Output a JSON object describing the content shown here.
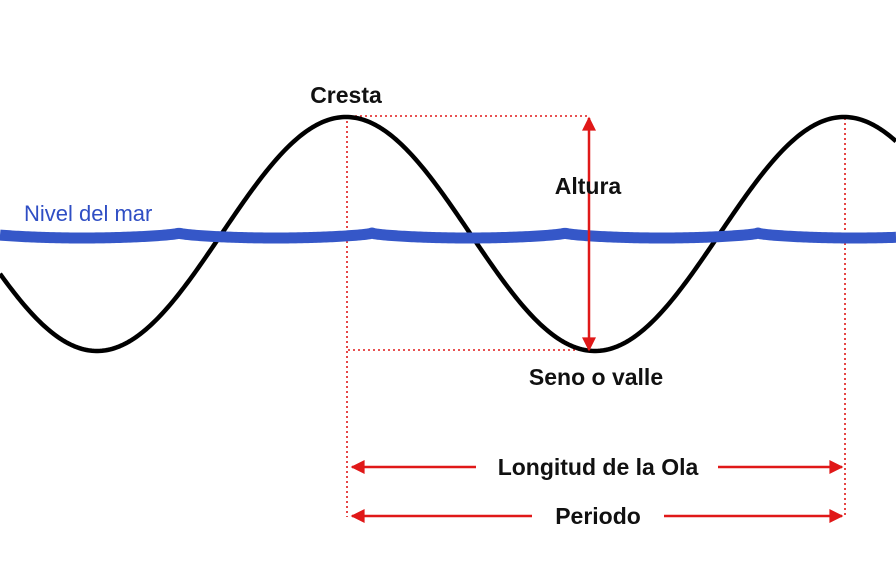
{
  "labels": {
    "crest": "Cresta",
    "sea_level": "Nivel del mar",
    "height": "Altura",
    "trough": "Seno o valle",
    "wavelength": "Longitud de la Ola",
    "period": "Periodo"
  },
  "colors": {
    "wave": "#000000",
    "sea_level": "#3557c8",
    "arrows": "#e01818",
    "guides": "#e01818",
    "text": "#111111"
  }
}
